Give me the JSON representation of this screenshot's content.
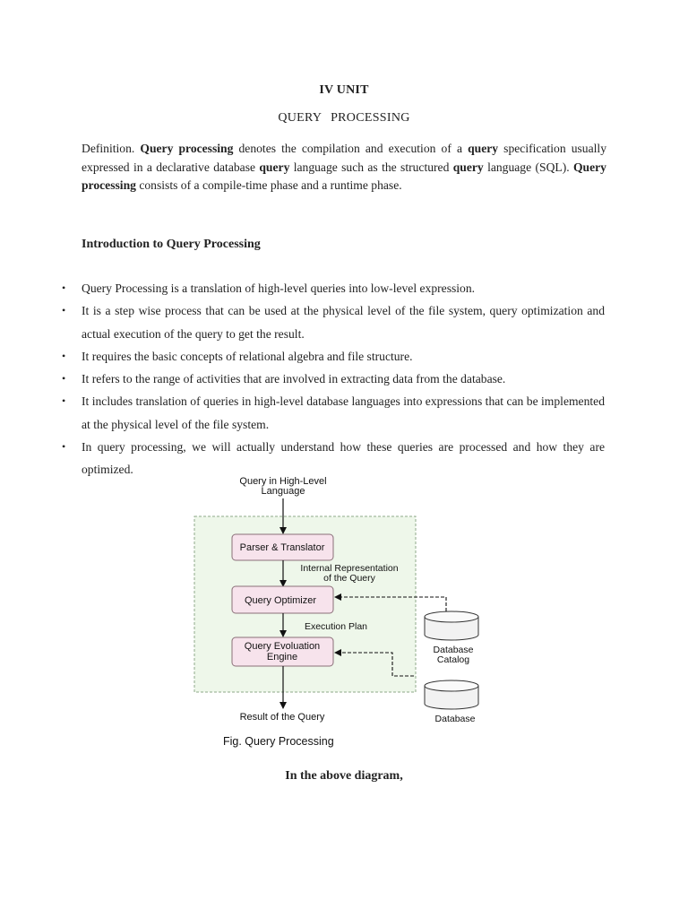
{
  "header": {
    "unit": "IV UNIT",
    "title_word1": "QUERY",
    "title_word2": "PROCESSING"
  },
  "definition": {
    "p1": "Definition. ",
    "b1": "Query processing",
    "p2": " denotes the compilation and execution of a ",
    "b2": "query",
    "p3": " specification usually expressed in a declarative database ",
    "b3": "query",
    "p4": " language such as the structured ",
    "b4": "query",
    "p5": " language (SQL). ",
    "b5": "Query processing",
    "p6": " consists of a compile-time phase and a runtime phase."
  },
  "intro_heading": "Introduction to Query Processing",
  "bullets": [
    "Query Processing is a translation of high-level queries into low-level expression.",
    "It is a step wise process that can be used at the physical level of the file system, query optimization and actual execution of the query to get the result.",
    "It requires the basic concepts of relational algebra and file structure.",
    "It refers to the range of activities that are involved in extracting data from the database.",
    "It includes translation of queries in high-level database languages into expressions that can be implemented at the physical level of the file system.",
    "In query processing, we will actually understand how these queries are processed and how they are optimized."
  ],
  "bullet_glyph": "•",
  "diagram": {
    "input_line1": "Query in High-Level",
    "input_line2": "Language",
    "parser": "Parser & Translator",
    "internal_line1": "Internal Representation",
    "internal_line2": "of the Query",
    "optimizer": "Query Optimizer",
    "plan": "Execution Plan",
    "engine_line1": "Query Evoluation",
    "engine_line2": "Engine",
    "catalog_line1": "Database",
    "catalog_line2": "Catalog",
    "database": "Database",
    "result": "Result of the Query",
    "caption": "Fig. Query Processing",
    "colors": {
      "box_fill": "#f7e3ec",
      "box_stroke": "#8a6f78",
      "frame_fill": "#eef7ea",
      "frame_stroke": "#8fa88a"
    }
  },
  "bottom_heading": "In the above diagram,"
}
